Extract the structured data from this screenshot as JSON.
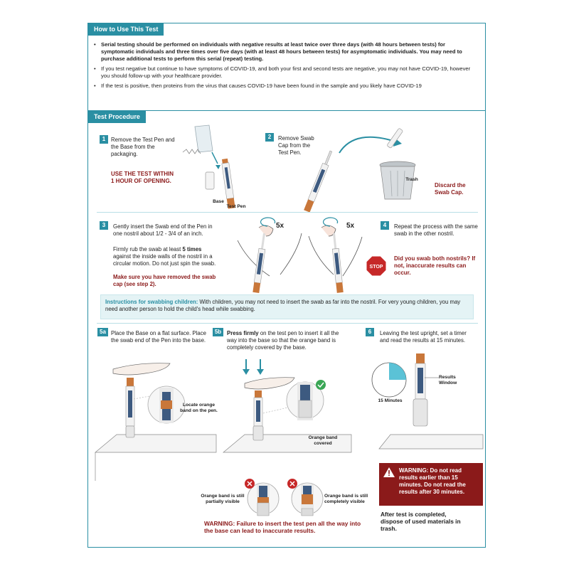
{
  "howto": {
    "title": "How to Use This Test",
    "bullets": [
      "Serial testing should be performed on individuals with negative results at least twice over three days (with 48 hours between tests) for symptomatic individuals and three times over five days (with at least 48 hours between tests) for asymptomatic individuals. You may need to purchase additional tests to perform this serial (repeat) testing.",
      "If you test negative but continue to have symptoms of COVID-19, and both your first and second tests are negative, you may not have COVID-19, however you should follow-up with your healthcare provider.",
      "If the test is positive, then proteins from the virus that causes COVID-19 have been found in the sample and you likely have COVID-19"
    ]
  },
  "procedure": {
    "title": "Test Procedure",
    "step1": {
      "num": "1",
      "text": "Remove the Test Pen and the Base from the packaging.",
      "warning": "USE THE TEST WITHIN 1 HOUR OF OPENING.",
      "label_base": "Base",
      "label_pen": "Test Pen"
    },
    "step2": {
      "num": "2",
      "text": "Remove Swab Cap from the Test Pen.",
      "trash_label": "Trash",
      "discard": "Discard the Swab Cap."
    },
    "step3": {
      "num": "3",
      "text1": "Gently insert the Swab end of the Pen in one nostril about 1/2 - 3/4 of an inch.",
      "text2_pre": "Firmly rub the swab at least ",
      "text2_bold": "5 times",
      "text2_post": " against the inside walls of the nostril in a circular motion. Do not just spin the swab.",
      "warning": "Make sure you have removed the swab cap (see step 2).",
      "count_left": "5x",
      "count_right": "5x"
    },
    "step4": {
      "num": "4",
      "text": "Repeat the process with the same swab in the other nostril.",
      "stop_label": "STOP",
      "warning": "Did you swab both nostrils? If not, inaccurate results can occur."
    },
    "children_note": {
      "lead": "Instructions for swabbing children:",
      "text": " With children, you may not need to insert the swab as far into the nostril. For very young children, you may need another person to hold the child's head while swabbing."
    },
    "step5a": {
      "num": "5a",
      "text": "Place the Base on a flat surface. Place the swab end of the Pen into the base.",
      "callout": "Locate orange band on the pen."
    },
    "step5b": {
      "num": "5b",
      "text_bold": "Press firmly",
      "text": " on the test pen to insert it all the way into the base so that the orange band is completely covered by the base.",
      "callout_covered": "Orange band covered",
      "callout_partial": "Orange band is still partially visible",
      "callout_complete": "Orange band is still completely visible",
      "warning": "WARNING:  Failure to insert the test pen all the way into the base can lead to inaccurate results."
    },
    "step6": {
      "num": "6",
      "text": "Leaving the test upright, set a timer and read the results at 15 minutes.",
      "window_label": "Results Window",
      "timer_label": "15 Minutes",
      "warning": "WARNING: Do not read results earlier than 15 minutes. Do not read the results after 30 minutes.",
      "after": "After test is completed, dispose of used materials in trash."
    }
  },
  "colors": {
    "teal": "#2a8fa3",
    "maroon": "#8b1a1a",
    "orange": "#c9773a",
    "note_bg": "#e4f3f5",
    "stop_red": "#c62828",
    "check_green": "#3aa655"
  }
}
